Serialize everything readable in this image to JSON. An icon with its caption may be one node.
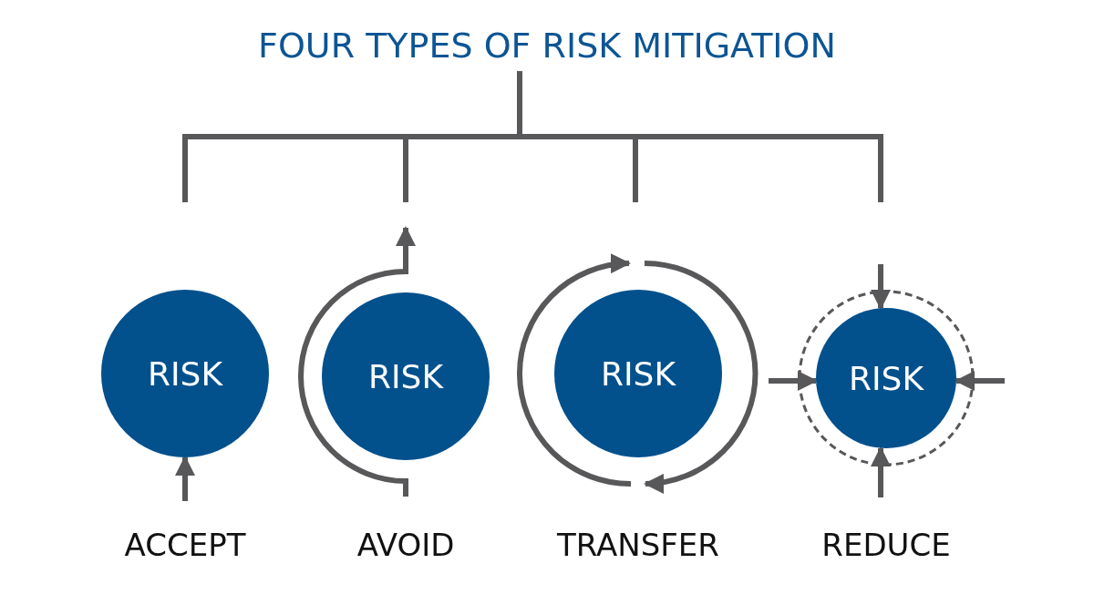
{
  "diagram": {
    "title": "FOUR TYPES OF RISK MITIGATION",
    "nodes": [
      {
        "text": [
          "RISK"
        ],
        "beside": [
          "ACCEPT"
        ]
      },
      {
        "text": [
          "RISK"
        ],
        "beside": [
          "AVOID"
        ]
      },
      {
        "text": [
          "RISK"
        ],
        "beside": [
          "TRANSFER"
        ]
      },
      {
        "text": [],
        "shape": "circle",
        "beside": [
          "REDUCE"
        ]
      },
      {
        "text": [
          "RISK"
        ],
        "in": 3
      }
    ],
    "edges": [
      {
        "from": null,
        "to": 0,
        "arrow": "to"
      },
      {
        "from": null,
        "to": 4,
        "arrow": "to"
      },
      {
        "from": null,
        "to": 4,
        "arrow": "to"
      },
      {
        "from": null,
        "to": 4,
        "arrow": "to"
      },
      {
        "from": null,
        "to": 4,
        "arrow": "to"
      }
    ]
  }
}
